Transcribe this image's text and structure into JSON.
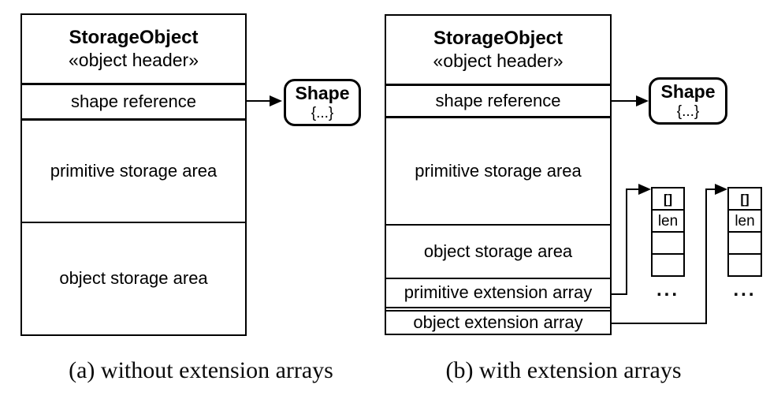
{
  "colors": {
    "line": "#000000",
    "background": "#ffffff"
  },
  "figure_a": {
    "caption": "(a) without extension arrays",
    "storage_object": {
      "title": "StorageObject",
      "stereotype": "«object header»",
      "compartments": [
        "shape reference",
        "primitive storage area",
        "object storage area"
      ]
    },
    "shape": {
      "title": "Shape",
      "body": "{...}"
    }
  },
  "figure_b": {
    "caption": "(b) with extension arrays",
    "storage_object": {
      "title": "StorageObject",
      "stereotype": "«object header»",
      "compartments": [
        "shape reference",
        "primitive storage area",
        "object storage area",
        "primitive extension array",
        "object extension array"
      ]
    },
    "shape": {
      "title": "Shape",
      "body": "{...}"
    },
    "extension_arrays": [
      {
        "header": "[]",
        "len_label": "len",
        "more": "..."
      },
      {
        "header": "[]",
        "len_label": "len",
        "more": "..."
      }
    ]
  }
}
